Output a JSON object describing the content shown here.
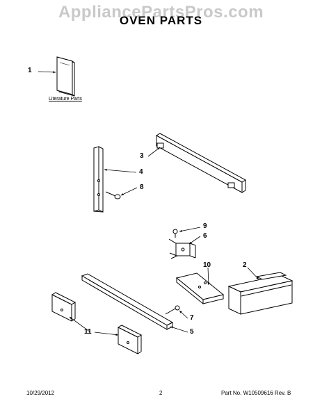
{
  "watermark": "AppliancePartsPros.com",
  "title": "OVEN PARTS",
  "literature_label": "Literature Parts",
  "callouts": {
    "c1": "1",
    "c2": "2",
    "c3": "3",
    "c4": "4",
    "c5": "5",
    "c6": "6",
    "c7": "7",
    "c8": "8",
    "c9": "9",
    "c10": "10",
    "c11": "11"
  },
  "footer": {
    "date": "10/29/2012",
    "page": "2",
    "part_no": "Part No. W10509616  Rev. B"
  }
}
